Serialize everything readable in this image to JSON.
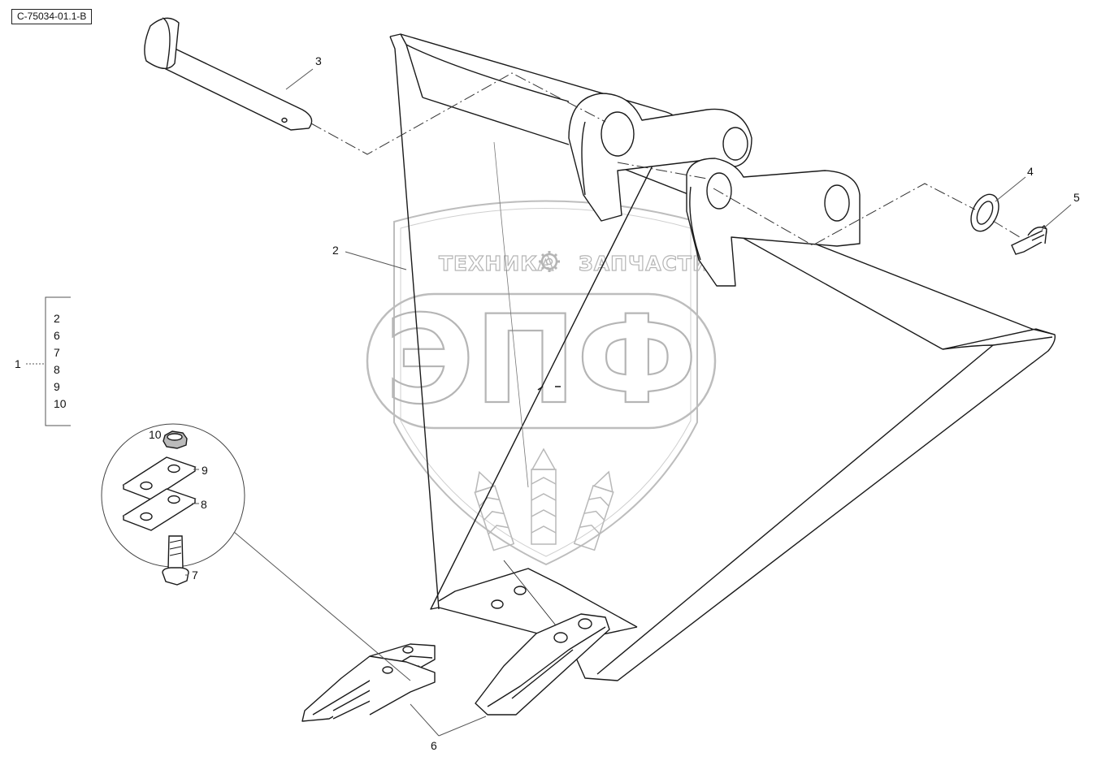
{
  "drawing_id": "C-75034-01.1-B",
  "watermark": {
    "top_left": "ТЕХНИКА",
    "top_right": "ЗАПЧАСТИ",
    "big": "ЭПФ",
    "gear_icon": "gear-icon"
  },
  "callouts": {
    "c1": "1",
    "c2": "2",
    "c3": "3",
    "c4": "4",
    "c5": "5",
    "c6": "6",
    "c7": "7",
    "c8": "8",
    "c9": "9",
    "c10": "10"
  },
  "assembly_list": [
    "2",
    "6",
    "7",
    "8",
    "9",
    "10"
  ]
}
